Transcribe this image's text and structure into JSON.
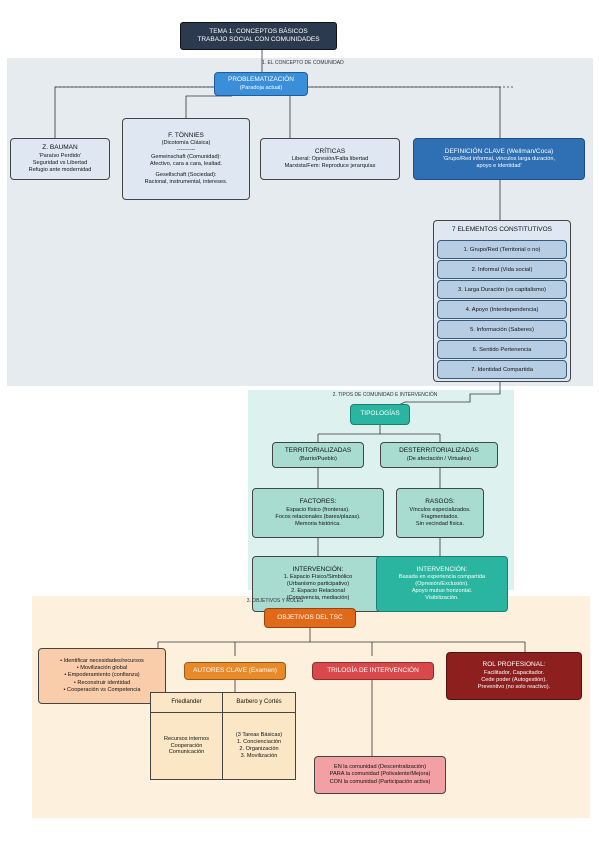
{
  "header": {
    "line1": "TEMA 1: CONCEPTOS BÁSICOS",
    "line2": "TRABAJO SOCIAL CON COMUNIDADES"
  },
  "section1": {
    "label": "1. EL CONCEPTO DE COMUNIDAD",
    "problem": {
      "title": "PROBLEMATIZACIÓN",
      "sub": "(Paradoja actual)"
    },
    "bauman": {
      "title": "Z. BAUMAN",
      "l1": "'Paraíso Perdido'",
      "l2": "Seguridad vs Libertad",
      "l3": "Refugio ante modernidad"
    },
    "tonnies": {
      "title": "F. TÖNNIES",
      "sub": "(Dicotomía Clásica)",
      "sep": "----------",
      "g1": "Gemeinschaft (Comunidad):",
      "g2": "Afectivo, cara a cara, lealtad.",
      "s1": "Gesellschaft (Sociedad):",
      "s2": "Racional, instrumental, intereses."
    },
    "criticas": {
      "title": "CRÍTICAS",
      "l1": "Liberal: Opresión/Falta libertad",
      "l2": "Marxista/Fem: Reproduce jerarquías"
    },
    "definicion": {
      "title": "DEFINICIÓN CLAVE (Wellman/Coca)",
      "l1": "'Grupo/Red informal, vínculos larga duración,",
      "l2": "apoyo e identidad'"
    },
    "elements_title": "7 ELEMENTOS CONSTITUTIVOS",
    "elements": [
      "1. Grupo/Red (Territorial o no)",
      "2. Informal (Vida social)",
      "3. Larga Duración (vs capitalismo)",
      "4. Apoyo (Interdependencia)",
      "5. Información (Saberes)",
      "6. Sentido Pertenencia",
      "7. Identidad Compartida"
    ]
  },
  "section2": {
    "label": "2. TIPOS DE COMUNIDAD E INTERVENCIÓN",
    "tipologias": "TIPOLOGÍAS",
    "territ": {
      "title": "TERRITORIALIZADAS",
      "sub": "(Barrio/Pueblo)"
    },
    "desterrit": {
      "title": "DESTERRITORIALIZADAS",
      "sub": "(De afectación / Virtuales)"
    },
    "factores": {
      "title": "FACTORES:",
      "l1": "Espacio físico (fronteras).",
      "l2": "Focos relacionales (bares/plazas).",
      "l3": "Memoria histórica."
    },
    "rasgos": {
      "title": "RASGOS:",
      "l1": "Vínculos especializados.",
      "l2": "Fragmentados.",
      "l3": "Sin vecindad física."
    },
    "interv1": {
      "title": "INTERVENCIÓN:",
      "l1": "1. Espacio Físico/Simbólico",
      "l2": "(Urbanismo participativo)",
      "l3": "2. Espacio Relacional",
      "l4": "(Convivencia, mediación)"
    },
    "interv2": {
      "title": "INTERVENCIÓN:",
      "l1": "Basada en experiencia compartida",
      "l2": "(Opresión/Exclusión).",
      "l3": "Apoyo mutuo horizontal.",
      "l4": "Visibilización."
    }
  },
  "section3": {
    "label": "3. OBJETIVOS Y ROLES",
    "objetivos": "OBJETIVOS DEL TSC",
    "list": {
      "l1": "• Identificar necesidades/recursos",
      "l2": "• Movilización global",
      "l3": "• Empoderamiento (confianza)",
      "l4": "• Reconstruir identidad",
      "l5": "• Cooperación vs Competencia"
    },
    "autores": "AUTORES CLAVE (Examen)",
    "trilogia": "TRILOGÍA DE INTERVENCIÓN",
    "rol": {
      "title": "ROL PROFESIONAL:",
      "l1": "Facilitador, Capacitador.",
      "l2": "Cede poder (Autogestión).",
      "l3": "Preventivo (no solo reactivo)."
    },
    "friedlander": {
      "name": "Friedlander",
      "l1": "Recursos internos",
      "l2": "Cooperación",
      "l3": "Comunicación"
    },
    "barbero": {
      "name": "Barbero y Cortés",
      "l1": "(3 Tareas Básicas)",
      "l2": "1. Concienciación",
      "l3": "2. Organización",
      "l4": "3. Movilización"
    },
    "tri": {
      "l1": "EN la comunidad (Descentralización)",
      "l2": "PARA la comunidad (Polivalente/Mejora)",
      "l3": "CON la comunidad (Participación activa)"
    }
  },
  "colors": {
    "header": "#2b3a4e",
    "sec1": "#e6ebf0",
    "sec2": "#ddf1ee",
    "sec3": "#fdf0dd",
    "problem": "#3b8fd9",
    "lightbox": "#dfe8f2",
    "defbox": "#2f6fb3",
    "elem": "#b7cde4",
    "teal": "#2ab5a0",
    "teal_light": "#a8dcd1",
    "orange": "#e06a1a",
    "peach": "#f9ccaa",
    "red": "#d9484a",
    "darkred": "#8e1f1f",
    "pink": "#f2a0a4",
    "cream": "#fbe7c6"
  }
}
